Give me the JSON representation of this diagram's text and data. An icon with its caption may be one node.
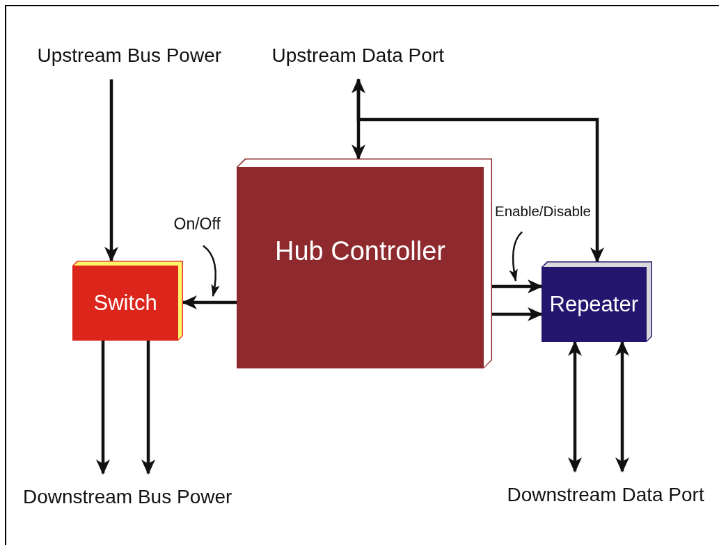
{
  "diagram": {
    "nodes": [
      {
        "text": [
          "Upstream Bus Power"
        ]
      },
      {
        "text": [
          "Upstream Data Port"
        ]
      },
      {
        "text": [
          "Hub Controller"
        ]
      },
      {
        "text": [
          "Switch"
        ]
      },
      {
        "text": [
          "Repeater"
        ]
      },
      {
        "text": [
          "Downstream Bus Power"
        ]
      },
      {
        "text": [
          "Downstream Data Port"
        ]
      },
      {
        "text": [
          "On/Off"
        ]
      },
      {
        "text": [
          "Enable/Disable"
        ]
      }
    ],
    "edges": [
      {
        "from": 0,
        "to": 3,
        "arrow": "to"
      },
      {
        "from": 1,
        "to": 2,
        "arrow": "both"
      },
      {
        "from": 1,
        "to": 4,
        "arrow": "to"
      },
      {
        "from": 2,
        "to": 3,
        "arrow": "to"
      },
      {
        "from": 2,
        "to": 4,
        "arrow": "to"
      },
      {
        "from": 2,
        "to": 4,
        "arrow": "to"
      },
      {
        "from": 3,
        "to": 5,
        "arrow": "to"
      },
      {
        "from": 3,
        "to": 5,
        "arrow": "to"
      },
      {
        "from": 4,
        "to": 6,
        "arrow": "both"
      },
      {
        "from": 4,
        "to": 6,
        "arrow": "both"
      },
      {
        "from": 7,
        "to": null,
        "arrow": "to"
      },
      {
        "from": 8,
        "to": null,
        "arrow": "to"
      }
    ]
  }
}
